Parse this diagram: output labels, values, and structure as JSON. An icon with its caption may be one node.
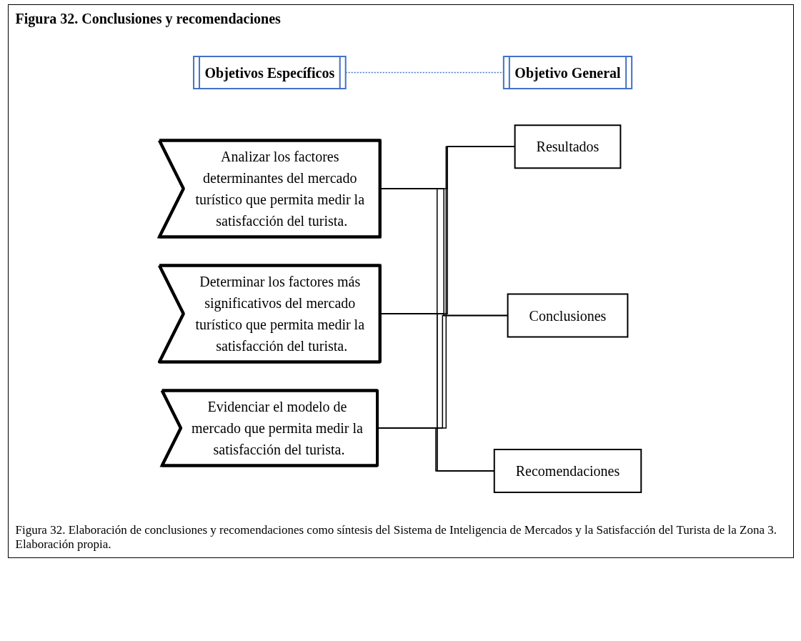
{
  "diagram": {
    "title": "Figura 32. Conclusiones y recomendaciones",
    "caption": "Figura 32. Elaboración de conclusiones y recomendaciones como síntesis del Sistema de Inteligencia de Mercados y la Satisfacción del Turista de la Zona 3. Elaboración propia.",
    "nodes": [
      {
        "text": [
          "Objetivos Específicos"
        ]
      },
      {
        "text": [
          "Objetivo General"
        ]
      },
      {
        "text": [
          "Analizar los factores determinantes del mercado turístico que permita medir la satisfacción del turista."
        ]
      },
      {
        "text": [
          "Determinar los factores más significativos del mercado turístico que permita medir la satisfacción del turista."
        ]
      },
      {
        "text": [
          "Evidenciar el modelo de mercado que permita medir la satisfacción del turista."
        ]
      },
      {
        "text": [
          "Resultados"
        ]
      },
      {
        "text": [
          "Conclusiones"
        ]
      },
      {
        "text": [
          "Recomendaciones"
        ]
      }
    ],
    "edges": [
      {
        "from": 0,
        "to": 1,
        "arrow": "none",
        "style": "dashed",
        "color": "#4472c4"
      },
      {
        "from": 2,
        "to": 5,
        "arrow": "none"
      },
      {
        "from": 2,
        "to": 6,
        "arrow": "none"
      },
      {
        "from": 2,
        "to": 7,
        "arrow": "none"
      },
      {
        "from": 3,
        "to": 5,
        "arrow": "none"
      },
      {
        "from": 3,
        "to": 6,
        "arrow": "none"
      },
      {
        "from": 3,
        "to": 7,
        "arrow": "none"
      },
      {
        "from": 4,
        "to": 5,
        "arrow": "none"
      },
      {
        "from": 4,
        "to": 6,
        "arrow": "none"
      },
      {
        "from": 4,
        "to": 7,
        "arrow": "none"
      }
    ]
  }
}
